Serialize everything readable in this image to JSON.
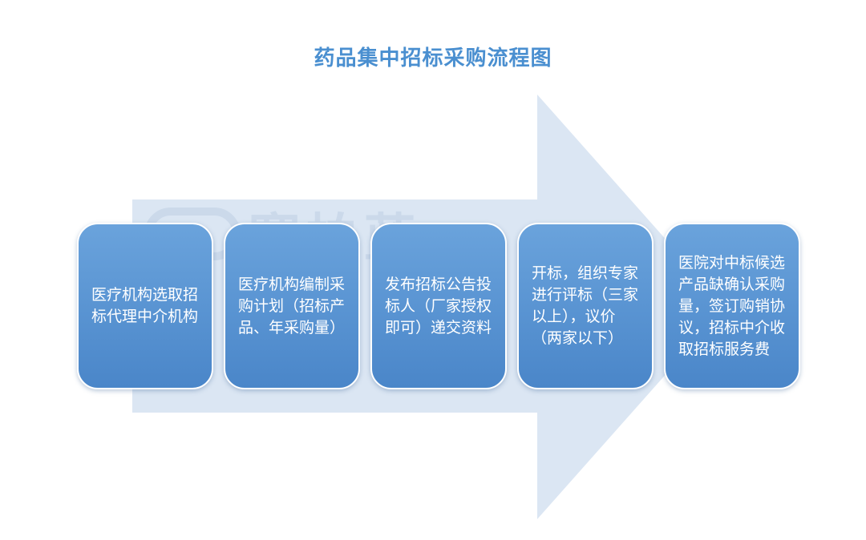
{
  "title": "药品集中招标采购流程图",
  "watermark": {
    "text": "赛柏蓝",
    "logo_icon": "watermark-logo-icon"
  },
  "colors": {
    "title": "#4a8fd0",
    "step_fill": "#5a96d4",
    "arrow_fill": "#dbe6f3"
  },
  "steps": [
    {
      "label": "医疗机构选取招标代理中介机构"
    },
    {
      "label": "医疗机构编制采购计划（招标产品、年采购量）"
    },
    {
      "label": "发布招标公告投标人（厂家授权即可）递交资料"
    },
    {
      "label": "开标，组织专家进行评标（三家以上），议价（两家以下）"
    },
    {
      "label": "医院对中标候选产品缺确认采购量，签订购销协议，招标中介收取招标服务费"
    }
  ]
}
